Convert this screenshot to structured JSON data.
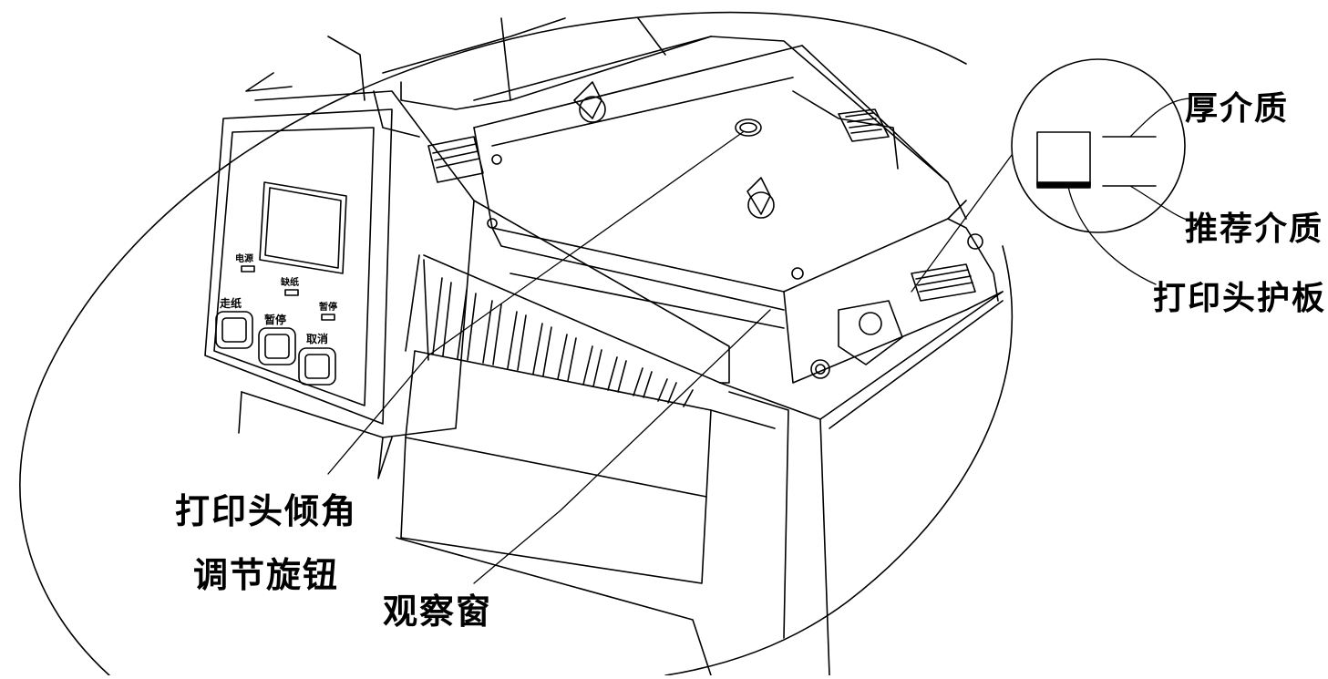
{
  "callouts": {
    "thick_media": "厚介质",
    "recommended_media": "推荐介质",
    "printhead_guard": "打印头护板",
    "tilt_knob_line1": "打印头倾角",
    "tilt_knob_line2": "调节旋钮",
    "view_window": "观察窗"
  },
  "panel": {
    "led_left": "电源",
    "led_mid": "缺纸",
    "led_right": "暂停",
    "btn_left": "走纸",
    "btn_mid": "暂停",
    "btn_right": "取消"
  },
  "colors": {
    "line": "#000000",
    "background": "#ffffff"
  }
}
